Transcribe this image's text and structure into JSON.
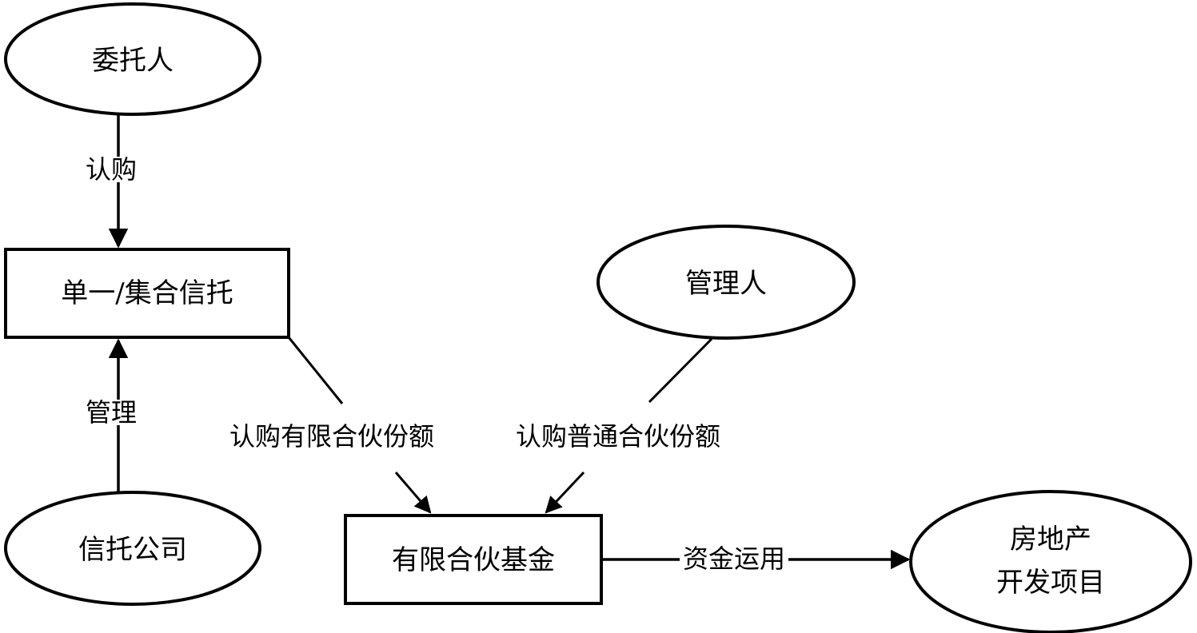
{
  "nodes": {
    "settlor": "委托人",
    "trust": "单一/集合信托",
    "trust_company": "信托公司",
    "manager": "管理人",
    "lp_fund": "有限合伙基金",
    "project_line1": "房地产",
    "project_line2": "开发项目"
  },
  "edges": {
    "subscribe": "认购",
    "manage": "管理",
    "subscribe_lp_share": "认购有限合伙份额",
    "subscribe_gp_share": "认购普通合伙份额",
    "fund_use": "资金运用"
  },
  "colors": {
    "stroke": "#000000",
    "background": "#ffffff"
  }
}
